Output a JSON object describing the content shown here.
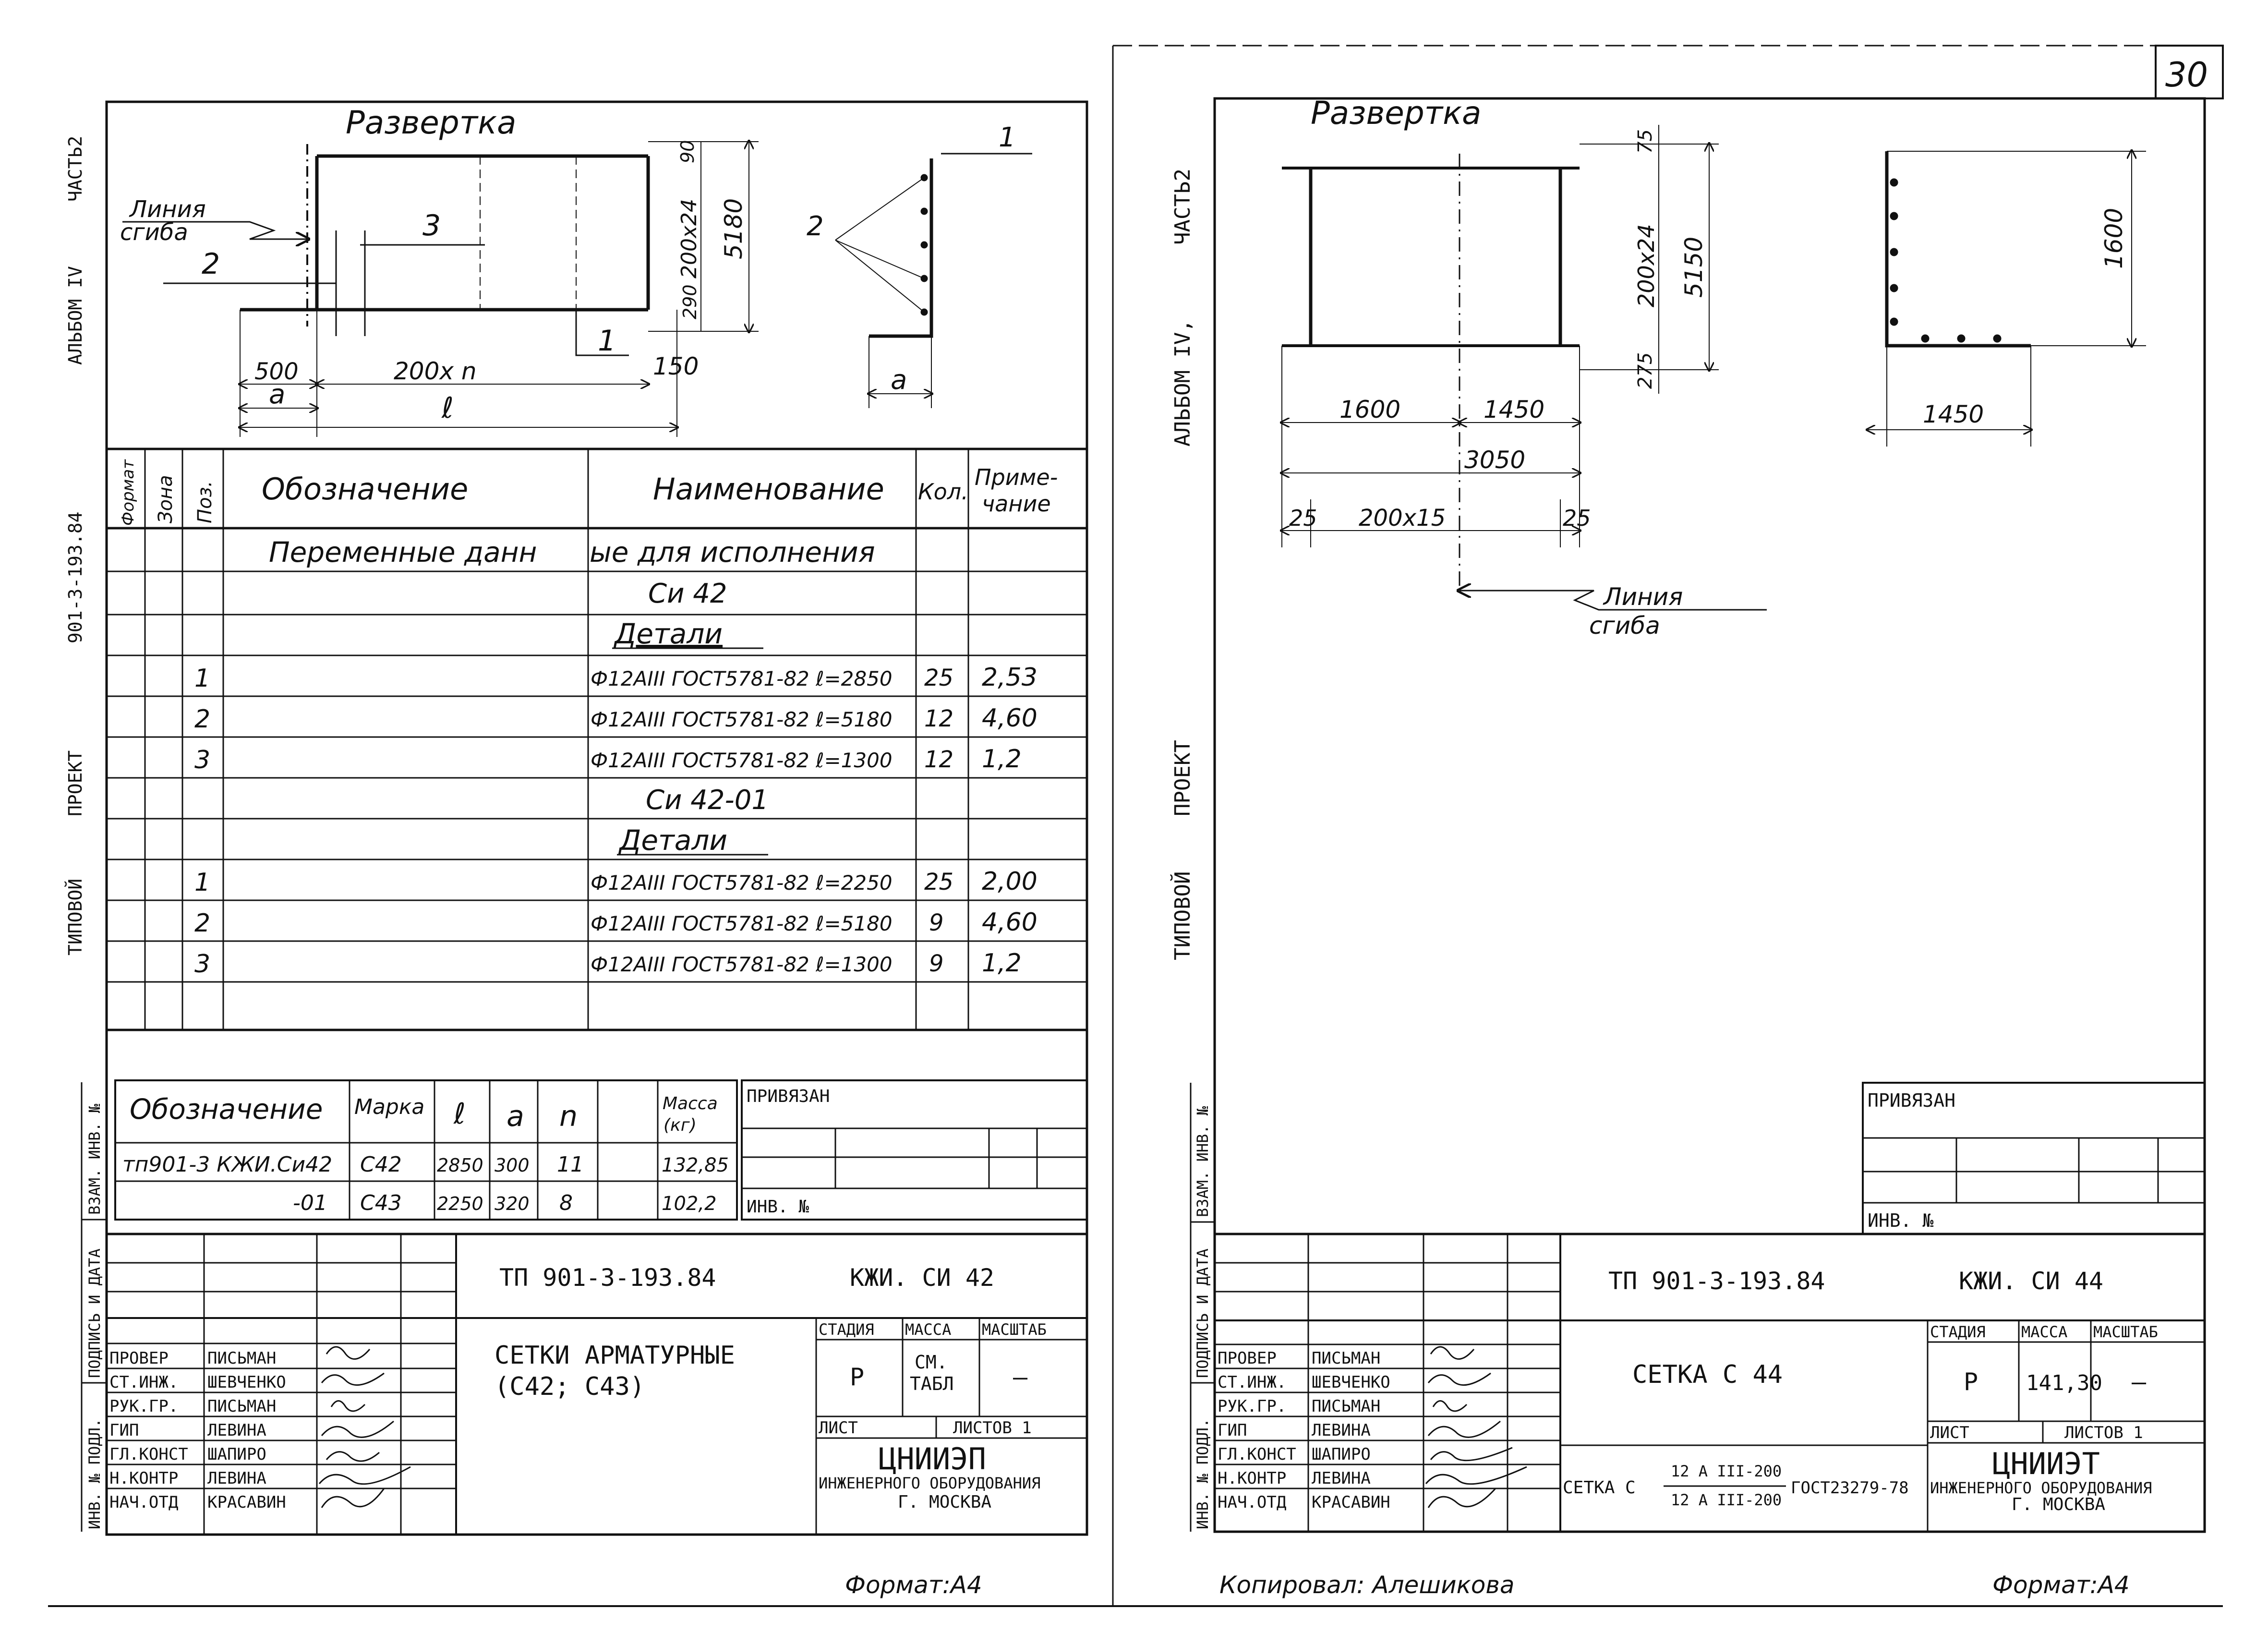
{
  "page_number": "30",
  "sheet1": {
    "side_label": [
      "ТИПОВОЙ",
      "ПРОЕКТ",
      "901-3-193.84",
      "АЛЬБОМ IV",
      "ЧАСТЬ2"
    ],
    "drawing": {
      "title": "Развертка",
      "fold_line": [
        "Линия",
        "сгиба"
      ],
      "dims": {
        "d90": "90",
        "d200x24": "200х24",
        "d5180": "5180",
        "d290": "290",
        "d150": "150",
        "d500": "500",
        "d200xn": "200х n",
        "a": "a",
        "l": "ℓ",
        "a_right": "a"
      },
      "positions": {
        "p1": "1",
        "p2": "2",
        "p3": "3",
        "p1b": "1",
        "p2b": "2"
      }
    },
    "spec": {
      "headers": {
        "format": "Формат",
        "zone": "Зона",
        "pos": "Поз.",
        "designation": "Обозначение",
        "name": "Наименование",
        "qty": "Кол.",
        "note": "Приме-\nчание"
      },
      "variable_heading": [
        "Переменные данн",
        "ые для исполнения"
      ],
      "group1": "Си 42",
      "details1": "Детали",
      "rows1": [
        {
          "pos": "1",
          "name": "Ф12АIII ГОСТ5781-82 ℓ=2850",
          "qty": "25",
          "note": "2,53"
        },
        {
          "pos": "2",
          "name": "Ф12АIII ГОСТ5781-82 ℓ=5180",
          "qty": "12",
          "note": "4,60"
        },
        {
          "pos": "3",
          "name": "Ф12АIII ГОСТ5781-82 ℓ=1300",
          "qty": "12",
          "note": "1,2"
        }
      ],
      "group2": "Си 42-01",
      "details2": "Детали",
      "rows2": [
        {
          "pos": "1",
          "name": "Ф12АIII ГОСТ5781-82 ℓ=2250",
          "qty": "25",
          "note": "2,00"
        },
        {
          "pos": "2",
          "name": "Ф12АIII ГОСТ5781-82 ℓ=5180",
          "qty": "9",
          "note": "4,60"
        },
        {
          "pos": "3",
          "name": "Ф12АIII ГОСТ5781-82 ℓ=1300",
          "qty": "9",
          "note": "1,2"
        }
      ]
    },
    "marks": {
      "headers": {
        "designation": "Обозначение",
        "mark": "Марка",
        "l": "ℓ",
        "a": "a",
        "n": "n",
        "mass": "Масса\n(кг)"
      },
      "rows": [
        {
          "designation": "тп901-3 КЖИ.Си42",
          "mark": "С42",
          "l": "2850",
          "a": "300",
          "n": "11",
          "mass": "132,85"
        },
        {
          "designation": "-01",
          "mark": "С43",
          "l": "2250",
          "a": "320",
          "n": "8",
          "mass": "102,2"
        }
      ]
    },
    "bind_block": {
      "label": "ПРИВЯЗАН",
      "inv": "ИНВ. №"
    },
    "left_stamp": [
      "ИНВ. № ПОДЛ.",
      "ПОДПИСЬ И ДАТА",
      "ВЗАМ. ИНВ. №"
    ],
    "title_block": {
      "code": "ТП 901-3-193.84",
      "sheet_code": "КЖИ. СИ 42",
      "roles": [
        {
          "role": "ПРОВЕР",
          "name": "ПИСЬМАН"
        },
        {
          "role": "СТ.ИНЖ.",
          "name": "ШЕВЧЕНКО"
        },
        {
          "role": "РУК.ГР.",
          "name": "ПИСЬМАН"
        },
        {
          "role": "ГИП",
          "name": "ЛЕВИНА"
        },
        {
          "role": "ГЛ.КОНСТ",
          "name": "ШАПИРО"
        },
        {
          "role": "Н.КОНТР",
          "name": "ЛЕВИНА"
        },
        {
          "role": "НАЧ.ОТД",
          "name": "КРАСАВИН"
        }
      ],
      "title_lines": [
        "СЕТКИ   АРМАТУРНЫЕ",
        "(С42;    С43)"
      ],
      "stage_label": "СТАДИЯ",
      "mass_label": "МАССА",
      "scale_label": "МАСШТАБ",
      "stage": "Р",
      "mass": "СМ.\nТАБЛ",
      "scale": "—",
      "sheet_label": "ЛИСТ",
      "sheets_label": "ЛИСТОВ 1",
      "org": "ЦНИИЭП",
      "org_sub": "ИНЖЕНЕРНОГО ОБОРУДОВАНИЯ",
      "city": "Г. МОСКВА"
    },
    "format": "Формат:А4"
  },
  "sheet2": {
    "side_label": [
      "ТИПОВОЙ",
      "ПРОЕКТ",
      "АЛЬБОМ IV,",
      "ЧАСТЬ2"
    ],
    "drawing": {
      "title": "Развертка",
      "dims": {
        "d75": "75",
        "d200x24": "200х24",
        "d5150": "5150",
        "d275": "275",
        "d1600": "1600",
        "d1450": "1450",
        "d3050": "3050",
        "d25a": "25",
        "d200x15": "200х15",
        "d25b": "25",
        "d1600r": "1600",
        "d1450r": "1450"
      },
      "fold_line": [
        "Линия",
        "сгиба"
      ]
    },
    "bind_block": {
      "label": "ПРИВЯЗАН",
      "inv": "ИНВ. №"
    },
    "left_stamp": [
      "ИНВ. № ПОДЛ.",
      "ПОДПИСЬ И ДАТА",
      "ВЗАМ. ИНВ. №"
    ],
    "title_block": {
      "code": "ТП 901-3-193.84",
      "sheet_code": "КЖИ. СИ 44",
      "roles": [
        {
          "role": "ПРОВЕР",
          "name": "ПИСЬМАН"
        },
        {
          "role": "СТ.ИНЖ.",
          "name": "ШЕВЧЕНКО"
        },
        {
          "role": "РУК.ГР.",
          "name": "ПИСЬМАН"
        },
        {
          "role": "ГИП",
          "name": "ЛЕВИНА"
        },
        {
          "role": "ГЛ.КОНСТ",
          "name": "ШАПИРО"
        },
        {
          "role": "Н.КОНТР",
          "name": "ЛЕВИНА"
        },
        {
          "role": "НАЧ.ОТД",
          "name": "КРАСАВИН"
        }
      ],
      "title": "СЕТКА   С 44",
      "mesh_prefix": "СЕТКА  С",
      "mesh_top": "12 А III-200",
      "mesh_bottom": "12 А III-200",
      "mesh_gost": "ГОСТ23279-78",
      "stage_label": "СТАДИЯ",
      "mass_label": "МАССА",
      "scale_label": "МАСШТАБ",
      "stage": "Р",
      "mass": "141,30",
      "scale": "—",
      "sheet_label": "ЛИСТ",
      "sheets_label": "ЛИСТОВ 1",
      "org": "ЦНИИЭТ",
      "org_sub": "ИНЖЕНЕРНОГО ОБОРУДОВАНИЯ",
      "city": "Г. МОСКВА"
    },
    "copied": "Копировал: Алешикова",
    "format": "Формат:А4"
  }
}
